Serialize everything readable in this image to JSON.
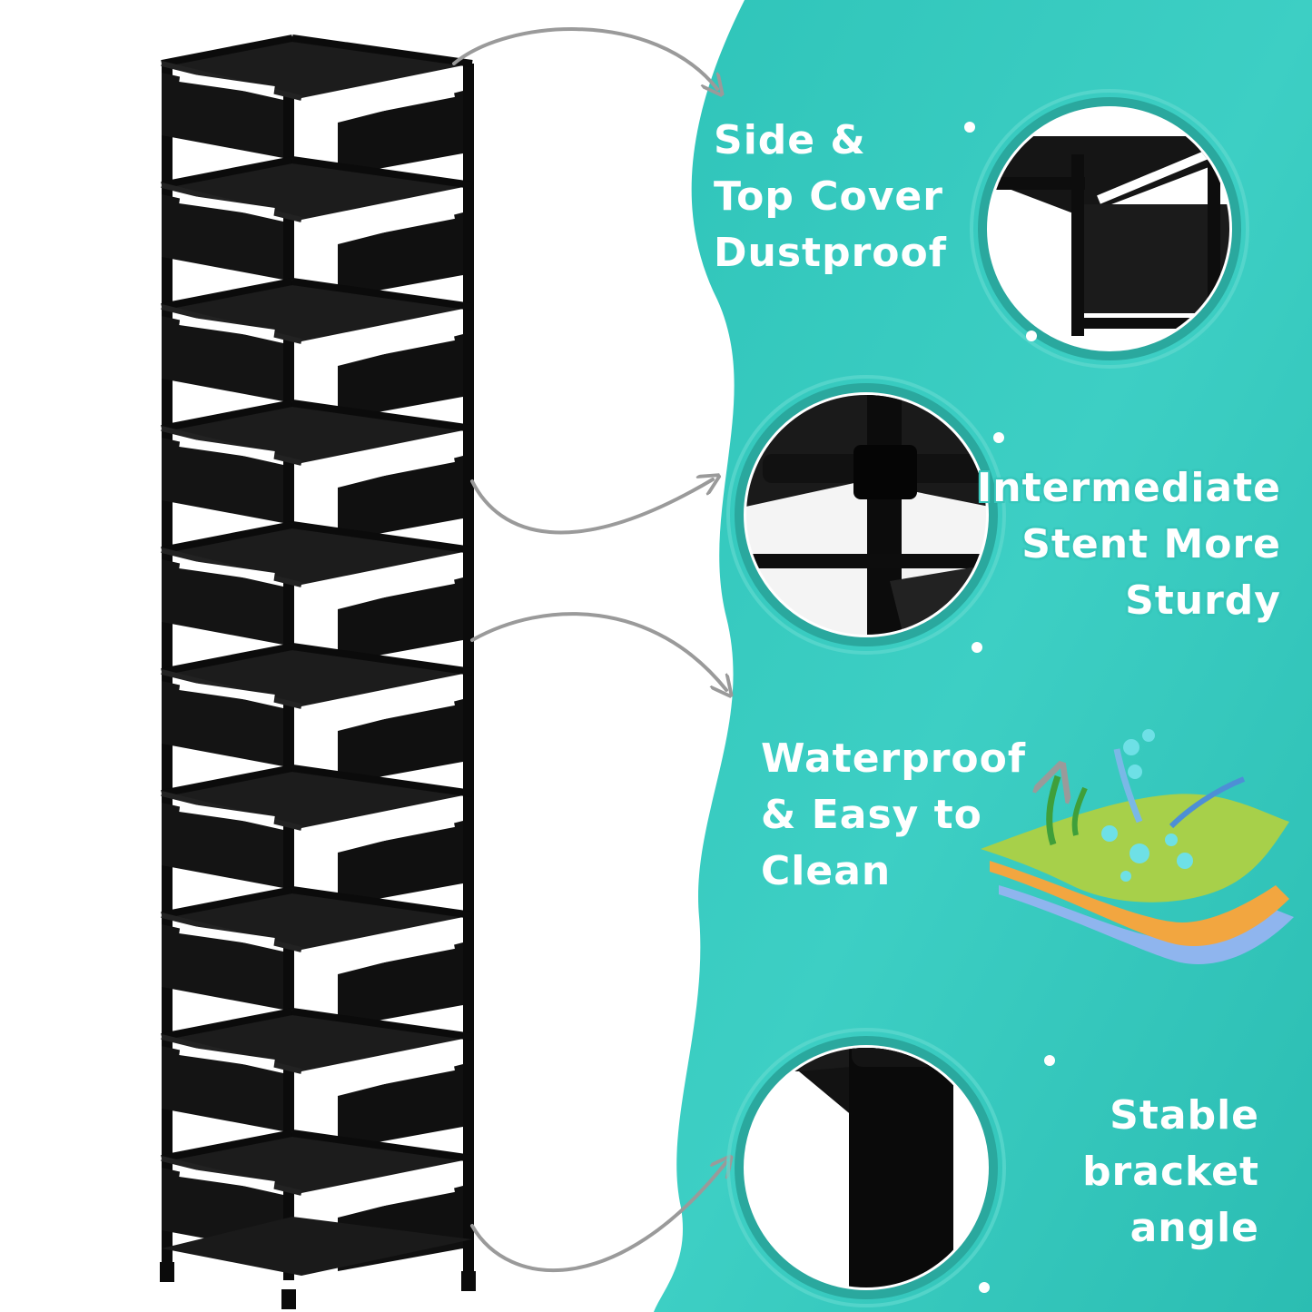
{
  "features": [
    {
      "id": "dustproof",
      "lines": [
        "Side &",
        "Top Cover",
        "Dustproof"
      ]
    },
    {
      "id": "sturdy",
      "lines": [
        "Intermediate",
        "Stent More",
        "Sturdy"
      ]
    },
    {
      "id": "waterproof",
      "lines": [
        "Waterproof",
        "& Easy to",
        "Clean"
      ]
    },
    {
      "id": "stable",
      "lines": [
        "Stable",
        "bracket",
        "angle"
      ]
    }
  ],
  "colors": {
    "teal": "#36c6bb",
    "teal_light": "#5fd9cf",
    "rack_black": "#0b0b0b",
    "arrow_gray": "#9a9a9a"
  },
  "product": {
    "shelf_tiers": 10
  }
}
